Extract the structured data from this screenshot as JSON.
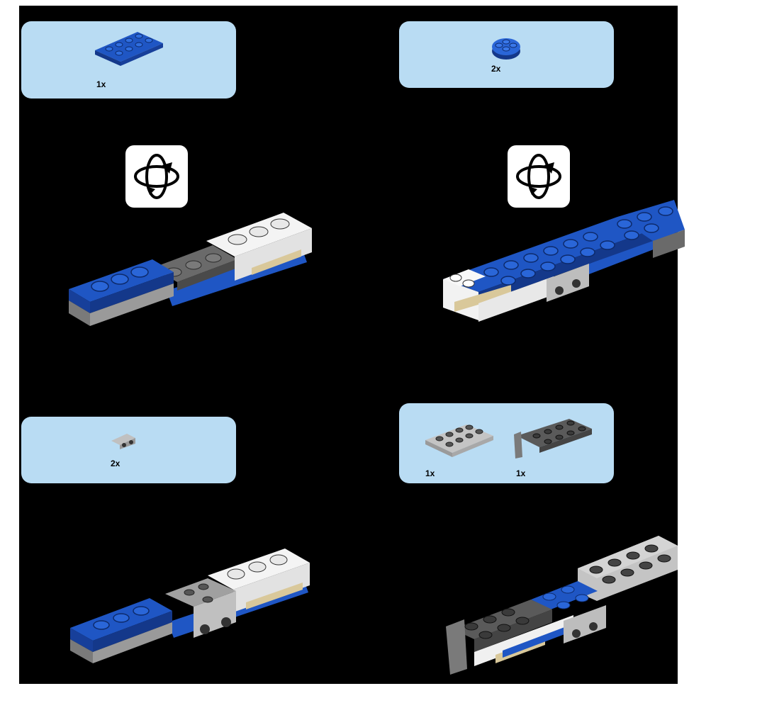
{
  "steps": [
    {
      "parts": [
        {
          "name": "blue-2x4-plate",
          "qty": "1x"
        }
      ]
    },
    {
      "parts": [
        {
          "name": "blue-round-plate",
          "qty": "2x"
        }
      ]
    },
    {
      "parts": [
        {
          "name": "gray-bracket-plate",
          "qty": "2x"
        }
      ]
    },
    {
      "parts": [
        {
          "name": "gray-2x4-plate",
          "qty": "1x"
        },
        {
          "name": "dark-gray-hinge-plate",
          "qty": "1x"
        }
      ]
    }
  ],
  "icons": {
    "rotate": "rotate-model-icon"
  },
  "colors": {
    "background": "#000000",
    "panel": "#b9dcf3",
    "blue": "#1f56c4",
    "white": "#f4f4f4",
    "gray": "#8c8c8c",
    "dark_gray": "#5a5a5a",
    "tan": "#d9c89a"
  }
}
